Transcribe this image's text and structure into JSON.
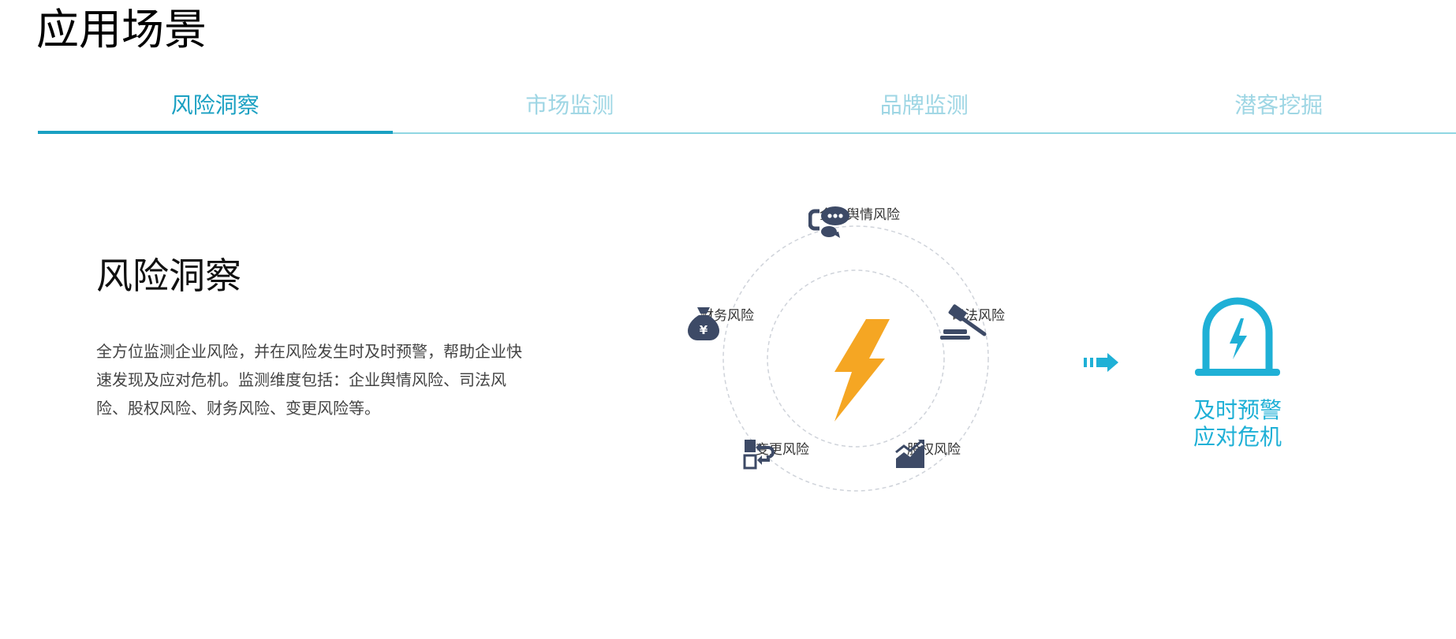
{
  "page": {
    "title": "应用场景"
  },
  "tabs": [
    {
      "label": "风险洞察",
      "active": true
    },
    {
      "label": "市场监测",
      "active": false
    },
    {
      "label": "品牌监测",
      "active": false
    },
    {
      "label": "潜客挖掘",
      "active": false
    }
  ],
  "section": {
    "heading": "风险洞察",
    "description": "全方位监测企业风险，并在风险发生时及时预警，帮助企业快速发现及应对危机。监测维度包括：企业舆情风险、司法风险、股权风险、财务风险、变更风险等。"
  },
  "diagram": {
    "nodes": {
      "public_opinion": {
        "label": "企业舆情风险",
        "icon": "chat-bubbles-icon"
      },
      "judicial": {
        "label": "司法风险",
        "icon": "gavel-icon"
      },
      "equity": {
        "label": "股权风险",
        "icon": "trend-chart-icon"
      },
      "change": {
        "label": "变更风险",
        "icon": "swap-icon"
      },
      "finance": {
        "label": "财务风险",
        "icon": "money-bag-icon"
      }
    },
    "center_icon": "lightning-icon",
    "colors": {
      "icon": "#3d4a66",
      "bolt": "#f5a623",
      "ring": "#cfd3da"
    }
  },
  "alert": {
    "line1": "及时预警",
    "line2": "应对危机",
    "icon": "alarm-icon",
    "color": "#1fb0d6"
  },
  "colors": {
    "accent": "#1aa0c2",
    "tab_inactive": "#9ed6e4"
  }
}
